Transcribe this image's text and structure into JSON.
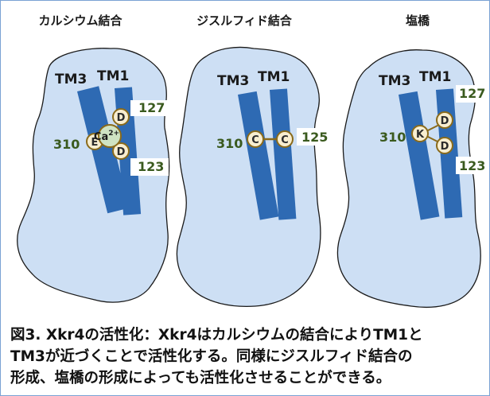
{
  "panels": [
    {
      "title": "カルシウム結合",
      "tm3_label": "TM3",
      "tm1_label": "TM1",
      "residue_left_number": "310",
      "residue_left_letter": "E",
      "ion_label": "Ca",
      "ion_charge": "2+",
      "residue_top_letter": "D",
      "residue_top_number": "127",
      "residue_bottom_letter": "D",
      "residue_bottom_number": "123"
    },
    {
      "title": "ジスルフィド結合",
      "tm3_label": "TM3",
      "tm1_label": "TM1",
      "residue_left_number": "310",
      "residue_left_letter": "C",
      "residue_right_letter": "C",
      "residue_right_number": "125"
    },
    {
      "title": "塩橋",
      "tm3_label": "TM3",
      "tm1_label": "TM1",
      "residue_left_number": "310",
      "residue_left_letter": "K",
      "residue_top_letter": "D",
      "residue_top_number": "127",
      "residue_bottom_letter": "D",
      "residue_bottom_number": "123"
    }
  ],
  "caption": {
    "line1": "図3. Xkr4の活性化：Xkr4はカルシウムの結合によりTM1と",
    "line2": "TM3が近づくことで活性化する。同様にジスルフィド結合の",
    "line3": "形成、塩橋の形成によっても活性化させることができる。"
  },
  "colors": {
    "cell_fill": "#cddff4",
    "cell_stroke": "#1a1a1a",
    "helix": "#2e6ab3",
    "residue_fill": "#f8eed0",
    "residue_stroke": "#8a6a1a",
    "ion_fill": "#cfe3c3",
    "number_text": "#3a5a1e"
  },
  "icons": [
    "cell-blob",
    "helix-bar",
    "residue-circle",
    "calcium-ion"
  ]
}
